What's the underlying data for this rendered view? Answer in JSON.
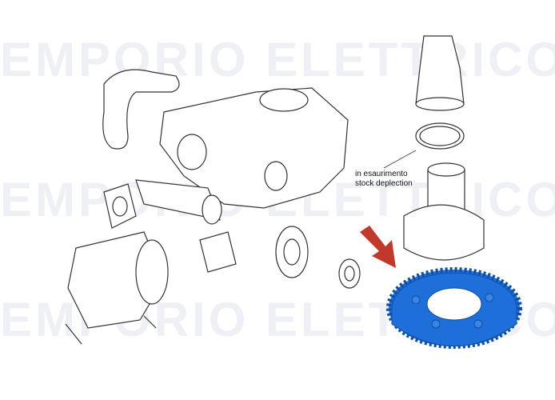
{
  "watermark": "EMPORIO ELETTRICO",
  "note": {
    "line1": "in esaurimento",
    "line2": "stock deplection"
  },
  "colors": {
    "highlighted_part": "#1e6fd9",
    "arrow": "#c0392b",
    "line_art": "#333333"
  }
}
